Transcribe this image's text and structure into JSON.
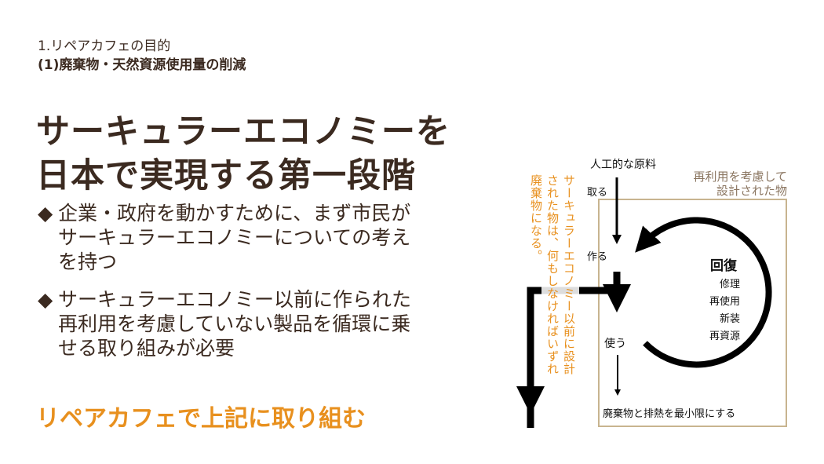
{
  "header": {
    "section": "1.リペアカフェの目的",
    "subsection": "(1)廃棄物・天然資源使用量の削減"
  },
  "title": {
    "line1": "サーキュラーエコノミーを",
    "line2": "日本で実現する第一段階"
  },
  "bullets": [
    {
      "marker": "◆",
      "lines": [
        "企業・政府を動かすために、まず市民が",
        "サーキュラーエコノミーについての考え",
        "を持つ"
      ]
    },
    {
      "marker": "◆",
      "lines": [
        "サーキュラーエコノミー以前に作られた",
        "再利用を考慮していない製品を循環に乗",
        "せる取り組みが必要"
      ]
    }
  ],
  "conclusion": "リペアカフェで上記に取り組む",
  "diagram": {
    "raw_material": "人工的な原料",
    "take": "取る",
    "make": "作る",
    "use": "使う",
    "box_label": [
      "再利用を考慮して",
      "設計された物"
    ],
    "recovery": "回復",
    "recovery_items": [
      "修理",
      "再使用",
      "新装",
      "再資源"
    ],
    "minimize": "廃棄物と排熱を最小限にする",
    "vertical_note": [
      "サーキュラーエコノミー以前に設計",
      "された物は、何もしなければいずれ",
      "廃棄物になる。"
    ]
  },
  "colors": {
    "text": "#3b2a20",
    "accent": "#e8901e",
    "box": "#c8b48f"
  }
}
